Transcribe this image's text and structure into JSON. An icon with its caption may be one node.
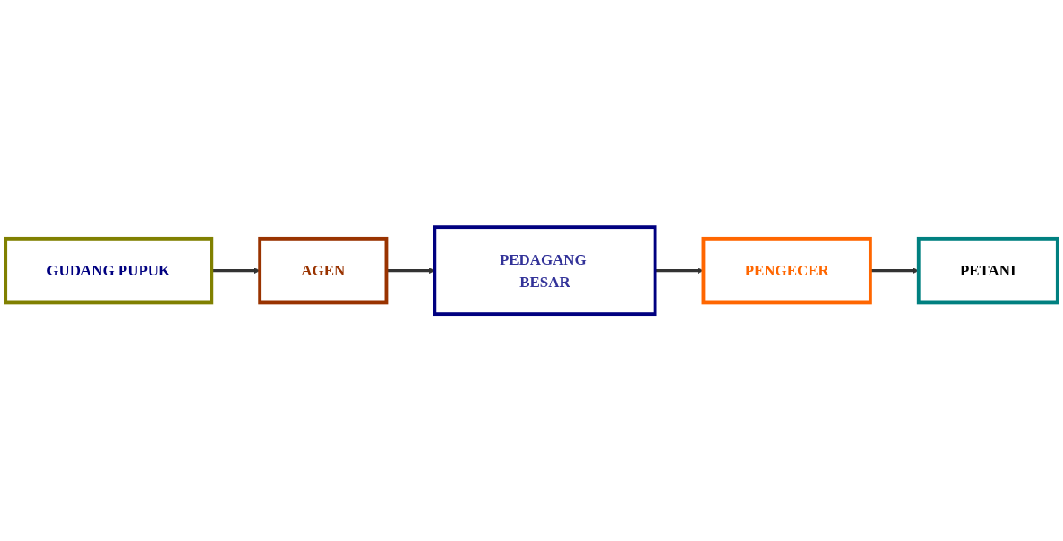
{
  "diagram": {
    "nodes": [
      {
        "text": [
          "GUDANG PUPUK"
        ]
      },
      {
        "text": [
          "AGEN"
        ]
      },
      {
        "text": [
          "PEDAGANG BESAR"
        ]
      },
      {
        "text": [
          "PENGECER"
        ]
      },
      {
        "text": [
          "PETANI"
        ]
      }
    ],
    "edges": [
      {
        "from": 0,
        "to": 1,
        "arrow": "to"
      },
      {
        "from": 1,
        "to": 2,
        "arrow": "to"
      },
      {
        "from": 2,
        "to": 3,
        "arrow": "to"
      },
      {
        "from": 3,
        "to": 4,
        "arrow": "to"
      }
    ]
  }
}
